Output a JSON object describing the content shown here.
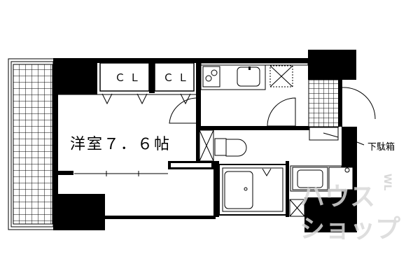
{
  "floor_plan": {
    "rooms": {
      "western_room": "洋室７．６帖",
      "closet_1": "ＣＬ",
      "closet_2": "ＣＬ"
    },
    "annotations": {
      "shoe_box": "下駄箱"
    },
    "fixtures": [
      "balcony",
      "kitchen-stove",
      "kitchen-sink",
      "refrigerator-space",
      "entrance",
      "shoe-box",
      "toilet",
      "bathtub",
      "washbasin",
      "washing-machine-space"
    ],
    "colors": {
      "wall": "#000000",
      "background": "#ffffff",
      "watermark": "#d9d9d9"
    }
  },
  "watermark": {
    "line1": "ハウス",
    "line2": "ショップ",
    "small": "WL"
  }
}
